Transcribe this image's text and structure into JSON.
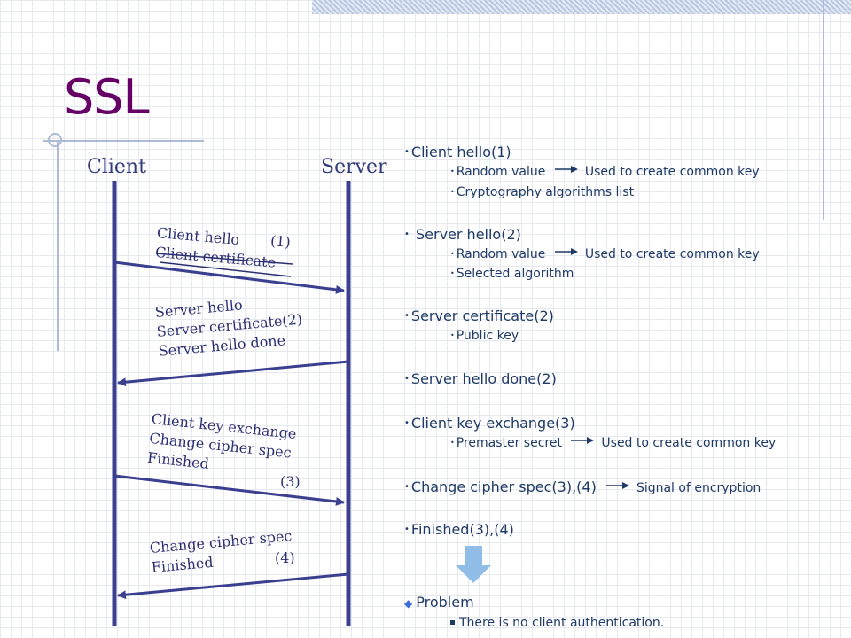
{
  "title": "SSL",
  "lifelines": {
    "client": "Client",
    "server": "Server"
  },
  "messages": [
    {
      "lines": [
        "Client hello",
        "Client certificate"
      ],
      "tag": "(1)",
      "direction": "client-to-server"
    },
    {
      "lines": [
        "Server hello",
        "Server certificate(2)",
        "Server hello done"
      ],
      "tag": "",
      "direction": "server-to-client"
    },
    {
      "lines": [
        "Client key exchange",
        "Change cipher spec",
        "Finished"
      ],
      "tag": "(3)",
      "direction": "client-to-server"
    },
    {
      "lines": [
        "Change cipher spec",
        "Finished"
      ],
      "tag": "(4)",
      "direction": "server-to-client"
    }
  ],
  "notes": {
    "client_hello": {
      "label": "Client hello(1)",
      "items": [
        {
          "text": "Random value",
          "arrow_to": "Used to create common key"
        },
        {
          "text": "Cryptography algorithms list"
        }
      ]
    },
    "server_hello": {
      "label": "Server hello(2)",
      "items": [
        {
          "text": "Random value",
          "arrow_to": "Used to create common key"
        },
        {
          "text": "Selected algorithm"
        }
      ]
    },
    "server_certificate": {
      "label": "Server certificate(2)",
      "items": [
        {
          "text": "Public key"
        }
      ]
    },
    "server_hello_done": {
      "label": "Server hello done(2)"
    },
    "client_key_exchange": {
      "label": "Client key exchange(3)",
      "items": [
        {
          "text": "Premaster secret",
          "arrow_to": "Used to create common key"
        }
      ]
    },
    "change_cipher_spec": {
      "label": "Change cipher spec(3),(4)",
      "arrow_to": "Signal of encryption"
    },
    "finished": {
      "label": "Finished(3),(4)"
    }
  },
  "problem": {
    "label": "Problem",
    "items": [
      "There is no client authentication."
    ]
  },
  "colors": {
    "title": "#660066",
    "lifeline": "#3b3f8f",
    "text": "#1f3a66",
    "down_arrow": "#8fbde8"
  }
}
